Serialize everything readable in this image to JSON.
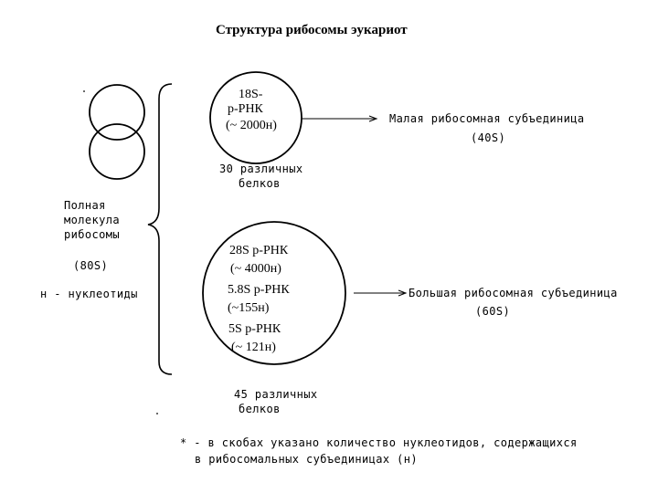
{
  "title": "Структура рибосомы эукариот",
  "whole_ribosome": {
    "label_line1": "Полная",
    "label_line2": "молекула",
    "label_line3": "рибосомы",
    "sedimentation": "(80S)",
    "unit_note": "н - нуклеотиды"
  },
  "small_subunit": {
    "rrna_line1": "18S-",
    "rrna_line2": "р-РНК",
    "rrna_size": "(~ 2000н)",
    "proteins_line1": "30  различных",
    "proteins_line2": "белков",
    "name": "Малая рибосомная субъединица",
    "sedimentation": "(40S)"
  },
  "large_subunit": {
    "rrna_28s": "28S  р-РНК",
    "rrna_28s_size": "(~ 4000н)",
    "rrna_58s": "5.8S  р-РНК",
    "rrna_58s_size": "(~155н)",
    "rrna_5s": "5S  р-РНК",
    "rrna_5s_size": "(~ 121н)",
    "proteins_line1": "45 различных",
    "proteins_line2": "белков",
    "name": "Большая рибосомная субъединица",
    "sedimentation": "(60S)"
  },
  "footnote": {
    "line1": "* - в скобах указано количество нуклеотидов, содержащихся",
    "line2": "в рибосомальных  субъединицах (н)"
  }
}
